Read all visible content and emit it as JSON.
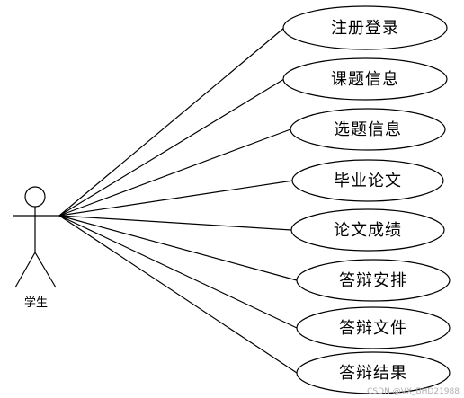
{
  "actor": {
    "name": "学生"
  },
  "use_cases": [
    {
      "label": "注册登录"
    },
    {
      "label": "课题信息"
    },
    {
      "label": "选题信息"
    },
    {
      "label": "毕业论文"
    },
    {
      "label": "论文成绩"
    },
    {
      "label": "答辩安排"
    },
    {
      "label": "答辩文件"
    },
    {
      "label": "答辩结果"
    }
  ],
  "watermark": "CSDN @VX_BHD21988",
  "colors": {
    "stroke": "#000000",
    "fill": "#ffffff",
    "watermark": "#b0b0b0"
  }
}
